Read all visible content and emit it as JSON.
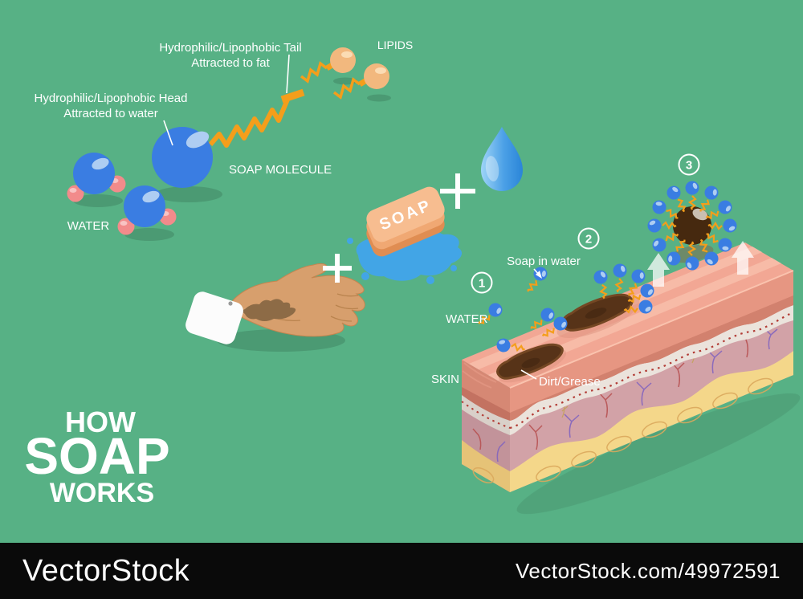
{
  "palette": {
    "background": "#57b185",
    "bottom_bar": "#0a0a0a",
    "accent_orange": "#f49e1b",
    "molecule_blue": "#3a7de2",
    "water_pink": "#f28b8b",
    "lipid_orange": "#f2b87e",
    "skin_pink": "#f2a794",
    "fat_yellow": "#f4d78a",
    "puddle_blue": "#42a5e6",
    "text": "#ffffff"
  },
  "watermark": {
    "brand": "VectorStock",
    "image_code": "VectorStock.com/49972591"
  },
  "title": {
    "word1": "HOW",
    "word2": "SOAP",
    "word3": "WORKS"
  },
  "labels": {
    "tail_line1": "Hydrophilic/Lipophobic Tail",
    "tail_line2": "Attracted to fat",
    "head_line1": "Hydrophilic/Lipophobic Head",
    "head_line2": "Attracted to water",
    "soap_molecule": "SOAP MOLECULE",
    "lipids": "LIPIDS",
    "water_molecules": "WATER",
    "soap_bar": "SOAP",
    "step1_water": "WATER",
    "skin": "SKIN",
    "soap_in_water": "Soap in water",
    "dirt_grease": "Dirt/Grease"
  },
  "steps": [
    {
      "n": "1"
    },
    {
      "n": "2"
    },
    {
      "n": "3"
    }
  ]
}
